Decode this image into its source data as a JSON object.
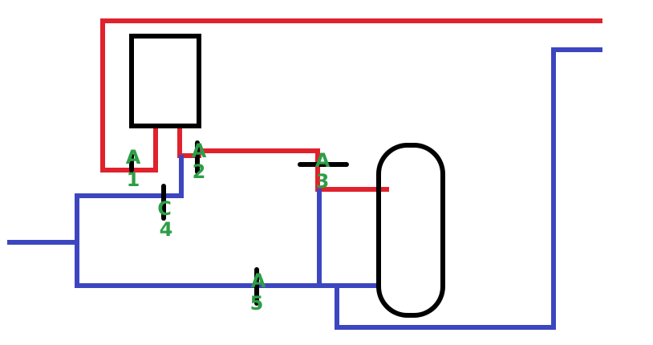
{
  "colors": {
    "hot_line": "#e0222c",
    "cold_line": "#3c46c0",
    "outline": "#000000",
    "label": "#2e9e46"
  },
  "labels": {
    "valve_1": {
      "letter": "A",
      "number": "1"
    },
    "valve_2": {
      "letter": "A",
      "number": "2"
    },
    "valve_3": {
      "letter": "A",
      "number": "3"
    },
    "valve_4": {
      "letter": "C",
      "number": "4"
    },
    "valve_5": {
      "letter": "A",
      "number": "5"
    }
  }
}
